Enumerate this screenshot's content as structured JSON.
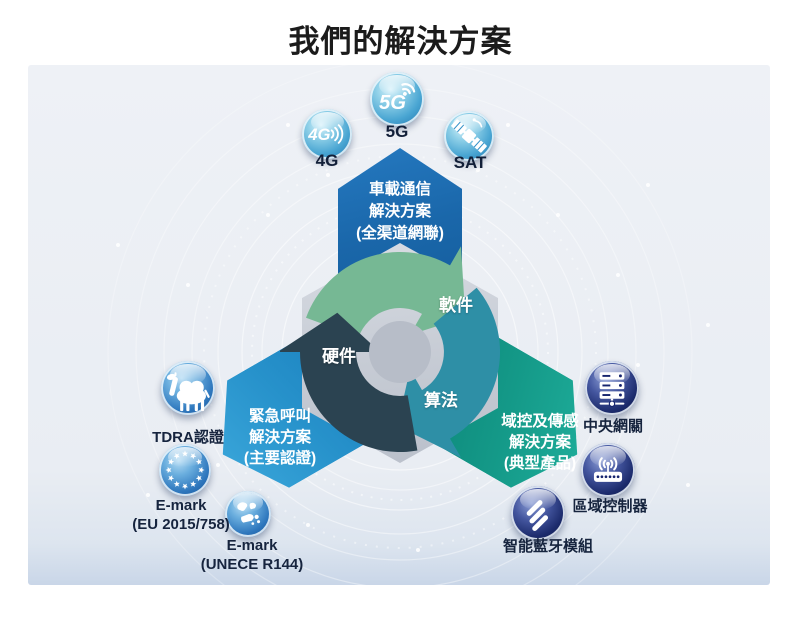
{
  "title": "我們的解決方案",
  "center_cycle": {
    "software": "軟件",
    "hardware": "硬件",
    "algorithm": "算法"
  },
  "pentagons": {
    "top": {
      "lines": [
        "車載通信",
        "解決方案",
        "(全渠道網聯)"
      ]
    },
    "left": {
      "lines": [
        "緊急呼叫",
        "解決方案",
        "(主要認證)"
      ]
    },
    "right": {
      "lines": [
        "域控及傳感",
        "解決方案",
        "(典型產品)"
      ]
    }
  },
  "satellites": {
    "top": [
      {
        "icon": "4g-icon",
        "label": "4G"
      },
      {
        "icon": "5g-icon",
        "label": "5G"
      },
      {
        "icon": "satellite-icon",
        "label": "SAT"
      }
    ],
    "left": [
      {
        "icon": "camel-icon",
        "label": "TDRA認證",
        "sublabel": ""
      },
      {
        "icon": "eu-stars-icon",
        "label": "E-mark",
        "sublabel": "(EU 2015/758)"
      },
      {
        "icon": "map-icon",
        "label": "E-mark",
        "sublabel": "(UNECE R144)"
      }
    ],
    "right": [
      {
        "icon": "server-icon",
        "label": "中央網關"
      },
      {
        "icon": "router-icon",
        "label": "區域控制器"
      },
      {
        "icon": "bluetooth-module-icon",
        "label": "智能藍牙模組"
      }
    ]
  },
  "colors": {
    "top_pentagon": "#1e6fb3",
    "left_pentagon": "#2a96cf",
    "right_pentagon": "#17a08f",
    "software_arrow": "#76b894",
    "hardware_arrow": "#2b4351",
    "algorithm_arrow": "#2e8fa6",
    "hexagon": "#c6cbd4",
    "panel_background": "#e9edf3",
    "sphere_blue": "#2e77bd",
    "sphere_navy": "#1b2a6b",
    "label_text": "#16243e"
  }
}
